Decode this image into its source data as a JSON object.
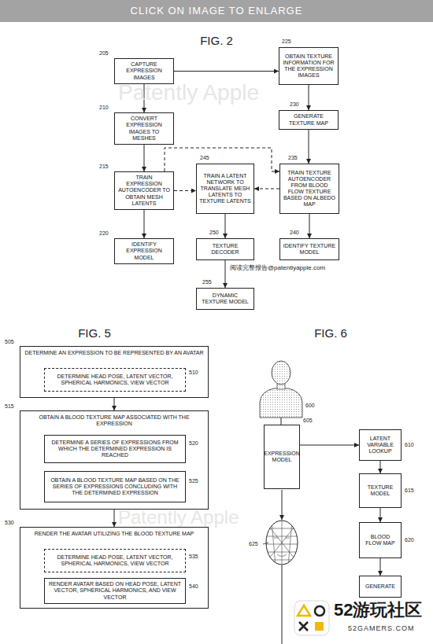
{
  "diagram": {
    "nodes": [
      {
        "text": [
          "CAPTURE EXPRESSION IMAGES"
        ]
      },
      {
        "text": [
          "OBTAIN TEXTURE INFORMATION FOR THE EXPRESSION IMAGES"
        ]
      },
      {
        "text": [
          "CONVERT EXPRESSION IMAGES TO MESHES"
        ]
      },
      {
        "text": [
          "GENERATE TEXTURE MAP"
        ]
      },
      {
        "text": [
          "TRAIN EXPRESSION AUTOENCODER TO OBTAIN MESH LATENTS"
        ]
      },
      {
        "text": [
          "TRAIN A LATENT NETWORK TO TRANSLATE MESH LATENTS TO TEXTURE LATENTS"
        ]
      },
      {
        "text": [
          "TRAIN TEXTURE AUTOENCODER FROM BLOOD FLOW TEXTURE BASED ON ALBEDO MAP"
        ]
      },
      {
        "text": [
          "IDENTIFY EXPRESSION MODEL"
        ]
      },
      {
        "text": [
          "TEXTURE DECODER"
        ]
      },
      {
        "text": [
          "IDENTIFY TEXTURE MODEL"
        ]
      },
      {
        "text": [
          "DYNAMIC TEXTURE MODEL"
        ]
      },
      {
        "text": [
          "DETERMINE AN EXPRESSION TO BE REPRESENTED BY AN AVATAR"
        ]
      },
      {
        "text": [
          "DETERMINE HEAD POSE, LATENT VECTOR, SPHERICAL HARMONICS, VIEW VECTOR"
        ],
        "in": 11
      },
      {
        "text": [
          "OBTAIN A BLOOD TEXTURE MAP ASSOCIATED WITH THE EXPRESSION"
        ]
      },
      {
        "text": [
          "DETERMINE A SERIES OF EXPRESSIONS FROM WHICH THE DETERMINED EXPRESSION IS REACHED"
        ],
        "in": 13
      },
      {
        "text": [
          "OBTAIN A BLOOD TEXTURE MAP BASED ON THE SERIES OF EXPRESSIONS CONCLUDING WITH THE DETERMINED EXPRESSION"
        ],
        "in": 13
      },
      {
        "text": [
          "RENDER THE AVATAR UTILIZING THE BLOOD TEXTURE MAP"
        ]
      },
      {
        "text": [
          "DETERMINE HEAD POSE, LATENT VECTOR, SPHERICAL HARMONICS, VIEW VECTOR"
        ],
        "in": 16
      },
      {
        "text": [
          "RENDER AVATAR BASED ON HEAD POSE, LATENT VECTOR, SPHERICAL HARMONICS, AND VIEW VECTOR"
        ],
        "in": 16
      },
      {
        "text": [
          "EXPRESSION MODEL"
        ]
      },
      {
        "text": [
          "LATENT VARIABLE LOOKUP"
        ]
      },
      {
        "text": [
          "TEXTURE MODEL"
        ]
      },
      {
        "text": [
          "BLOOD FLOW MAP"
        ]
      },
      {
        "text": [
          "GENERATE"
        ]
      }
    ],
    "edges": [
      {
        "from": 0,
        "to": 2,
        "arrow": "to"
      },
      {
        "from": 2,
        "to": 4,
        "arrow": "to"
      },
      {
        "from": 4,
        "to": 7,
        "arrow": "to"
      },
      {
        "from": 0,
        "to": 1,
        "arrow": "to"
      },
      {
        "from": 1,
        "to": 3,
        "arrow": "to"
      },
      {
        "from": 3,
        "to": 6,
        "arrow": "to"
      },
      {
        "from": 6,
        "to": 9,
        "arrow": "to"
      },
      {
        "from": 4,
        "to": 5,
        "arrow": "to"
      },
      {
        "from": 6,
        "to": 5,
        "arrow": "to"
      },
      {
        "from": 4,
        "to": 6,
        "arrow": "to"
      },
      {
        "from": 5,
        "to": 8,
        "arrow": "to"
      },
      {
        "from": 8,
        "to": 10,
        "arrow": "to"
      },
      {
        "from": 11,
        "to": 13,
        "arrow": "to"
      },
      {
        "from": 13,
        "to": 16,
        "arrow": "to"
      },
      {
        "from": 19,
        "to": 20,
        "arrow": "to"
      },
      {
        "from": 20,
        "to": 21,
        "arrow": "to"
      },
      {
        "from": 21,
        "to": 22,
        "arrow": "to"
      },
      {
        "from": 22,
        "to": 23,
        "arrow": "to"
      }
    ],
    "labels": [
      "CLICK ON IMAGE TO ENLARGE",
      "FIG. 2",
      "205",
      "225",
      "210",
      "230",
      "215",
      "245",
      "235",
      "220",
      "250",
      "240",
      "255",
      "阅读完整报告@patentlyapple.com",
      "Patently Apple",
      "FIG. 5",
      "FIG. 6",
      "505",
      "510",
      "515",
      "520",
      "525",
      "530",
      "535",
      "540",
      "600",
      "605",
      "610",
      "615",
      "620",
      "625",
      "Patently Apple",
      "52游玩社区",
      "52GAMERS.COM"
    ]
  }
}
